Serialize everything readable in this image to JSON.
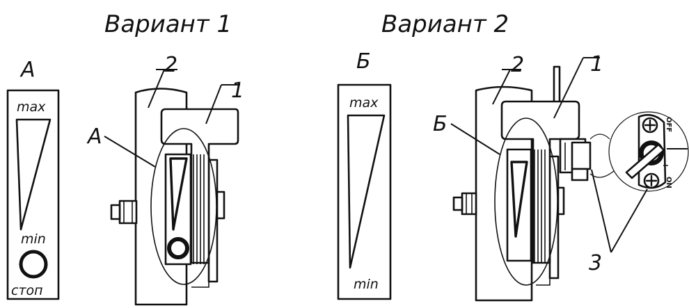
{
  "variant1": {
    "title": "Вариант 1",
    "gauge": {
      "letter": "А",
      "max": "max",
      "min": "min",
      "stop": "стоп"
    },
    "callouts": {
      "one": "1",
      "two": "2",
      "view": "А"
    }
  },
  "variant2": {
    "title": "Вариант 2",
    "gauge": {
      "letter": "Б",
      "max": "max",
      "min": "min"
    },
    "callouts": {
      "one": "1",
      "two": "2",
      "view": "Б",
      "three": "3"
    },
    "switch_labels": {
      "off": "OFF",
      "on": "ON"
    }
  }
}
